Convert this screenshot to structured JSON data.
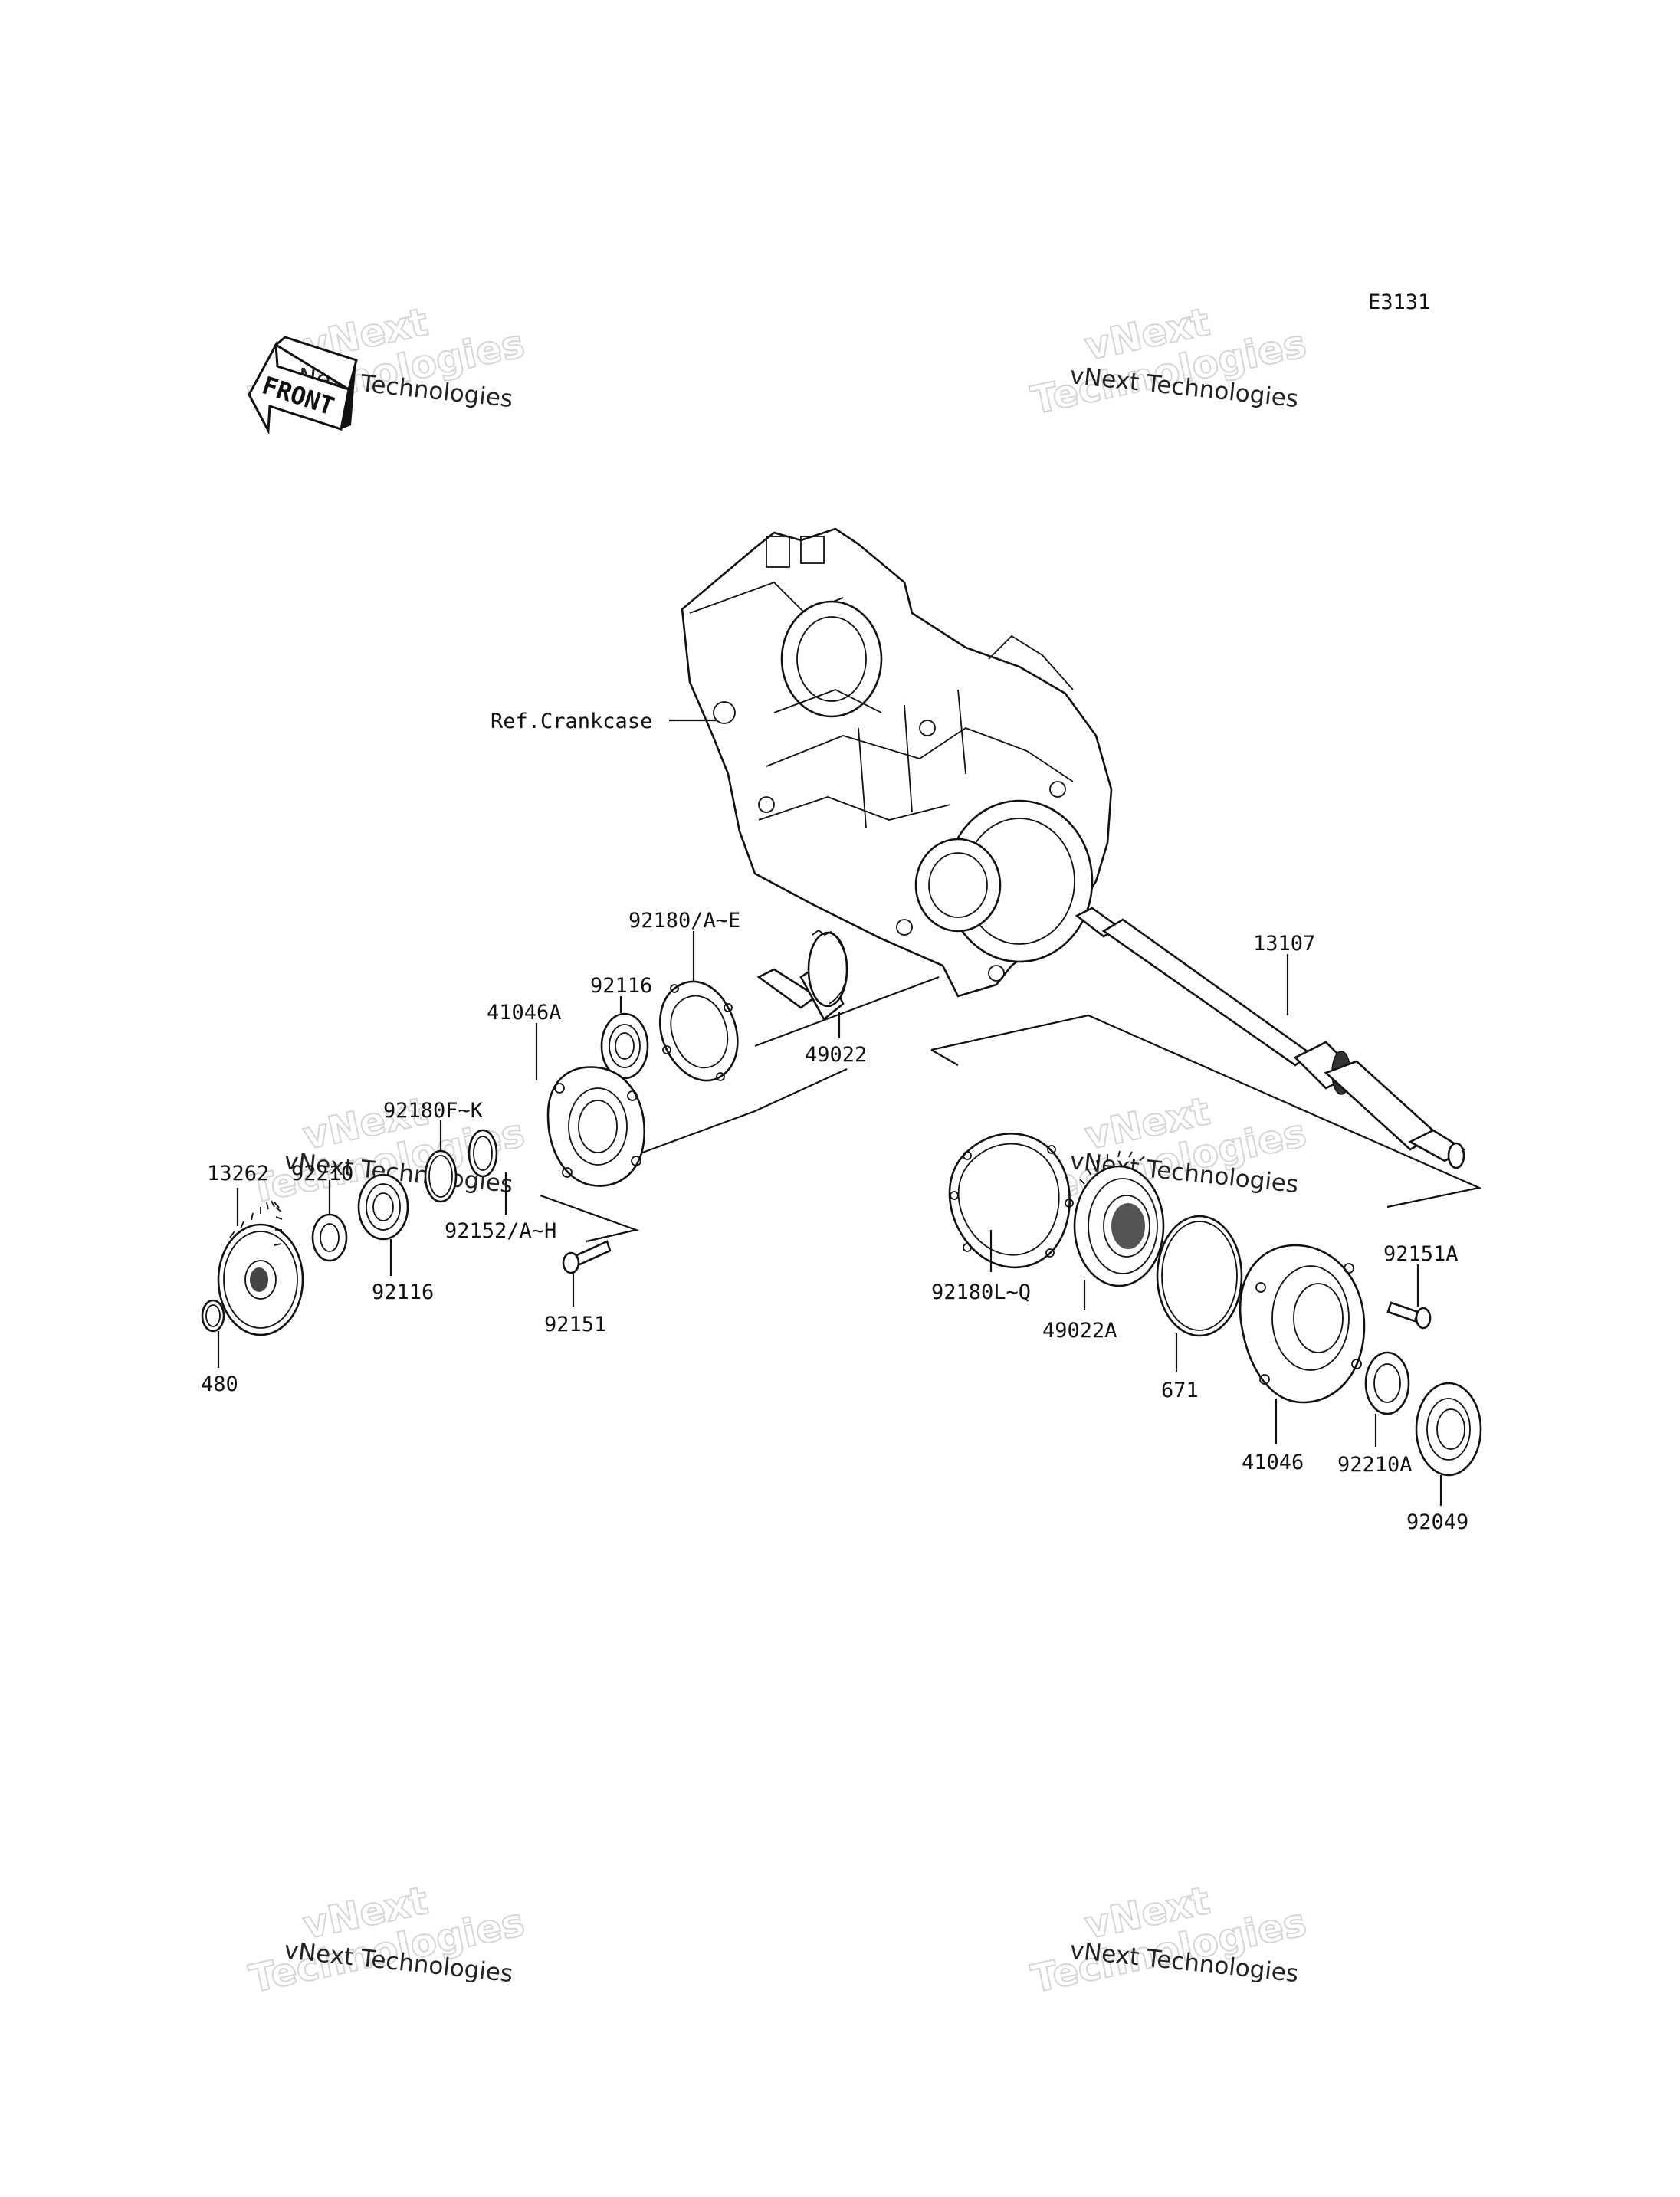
{
  "diagram": {
    "code": "E3131",
    "front_arrow": "FRONT",
    "watermark": {
      "line1": "vNext Technologies",
      "line2": "vNext Technologies"
    },
    "labels": {
      "crankcase": "Ref.Crankcase",
      "p13107": "13107",
      "p92180AE": "92180/A~E",
      "p92116_upper": "92116",
      "p41046A": "41046A",
      "p49022": "49022",
      "p92180FK": "92180F~K",
      "p92210": "92210",
      "p13262": "13262",
      "p92152AH": "92152/A~H",
      "p92116_lower": "92116",
      "p92151": "92151",
      "p480": "480",
      "p92180LQ": "92180L~Q",
      "p49022A": "49022A",
      "p671": "671",
      "p92151A": "92151A",
      "p41046": "41046",
      "p92210A": "92210A",
      "p92049": "92049"
    }
  }
}
